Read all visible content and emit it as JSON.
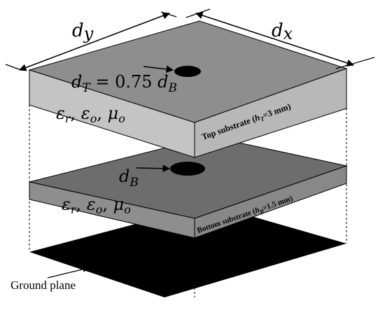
{
  "dimensions": {
    "dy": {
      "base": "d",
      "sub": "y"
    },
    "dx": {
      "base": "d",
      "sub": "x"
    }
  },
  "top_hole_label": {
    "base": "d",
    "sub": "T",
    "eq": " = 0.75 ",
    "base2": "d",
    "sub2": "B"
  },
  "bottom_hole_label": {
    "base": "d",
    "sub": "B"
  },
  "top_material": {
    "e": "ε",
    "es": "r",
    "sep1": ", ",
    "e0": "ε",
    "e0s": "o",
    "sep2": ", ",
    "mu": "μ",
    "mus": "o"
  },
  "bottom_material": {
    "e": "ε",
    "es": "r",
    "sep1": ", ",
    "e0": "ε",
    "e0s": "o",
    "sep2": ", ",
    "mu": "μ",
    "mus": "o"
  },
  "top_substrate_label": {
    "pre": "Top substrate (",
    "h": "h",
    "hs": "T",
    "val": "=3 mm)"
  },
  "bottom_substrate_label": {
    "pre": "Bottom substrate (",
    "h": "h",
    "hs": "B",
    "val": "=1.5 mm)"
  },
  "ground_plane_label": "Ground plane",
  "colors": {
    "top_face": "#8e8e8e",
    "top_front": "#c4c4c4",
    "top_side": "#b8b8b8",
    "bottom_face": "#6d6d6d",
    "bottom_front": "#8e8e8e",
    "bottom_side": "#888888",
    "ground": "#000000",
    "hole": "#000000"
  }
}
